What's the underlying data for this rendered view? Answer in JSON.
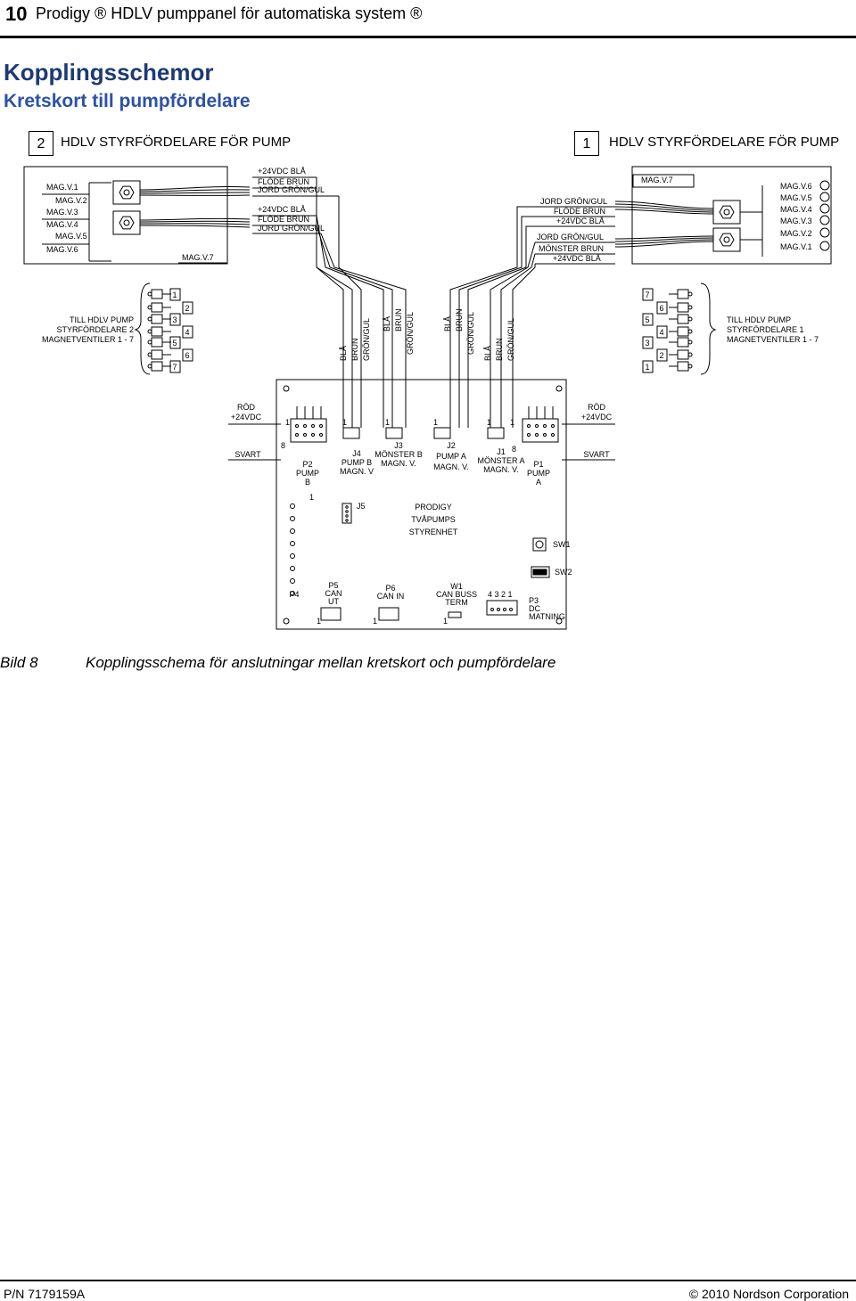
{
  "header": {
    "page_number": "10",
    "title": "Prodigy ® HDLV pumppanel för automatiska system ®"
  },
  "heading": "Kopplingsschemor",
  "subheading": "Kretskort till pumpfördelare",
  "left_box": {
    "number": "2",
    "label": "HDLV STYRFÖRDELARE FÖR PUMP"
  },
  "right_box": {
    "number": "1",
    "label": "HDLV STYRFÖRDELARE FÖR PUMP"
  },
  "diagram": {
    "left_mag_labels": [
      "MAG.V.1",
      "MAG.V.2",
      "MAG.V.3",
      "MAG.V.4",
      "MAG.V.5",
      "MAG.V.6"
    ],
    "left_mag7": "MAG.V.7",
    "right_mag7": "MAG.V.7",
    "right_mag_labels": [
      "MAG.V.6",
      "MAG.V.5",
      "MAG.V.4",
      "MAG.V.3",
      "MAG.V.2",
      "MAG.V.1"
    ],
    "left_wires": [
      "+24VDC BLÅ",
      "FLÖDE BRUN",
      "JORD GRÖN/GUL",
      "+24VDC BLÅ",
      "FLÖDE BRUN",
      "JORD GRÖN/GUL"
    ],
    "right_wires": [
      "JORD GRÖN/GUL",
      "FLÖDE BRUN",
      "+24VDC BLÅ",
      "JORD GRÖN/GUL",
      "MÖNSTER BRUN",
      "+24VDC BLÅ"
    ],
    "left_dist_label": [
      "TILL HDLV PUMP",
      "STYRFÖRDELARE 2",
      "MAGNETVENTILER 1 - 7"
    ],
    "right_dist_label": [
      "TILL HDLV PUMP",
      "STYRFÖRDELARE 1",
      "MAGNETVENTILER 1 - 7"
    ],
    "conn_left_numbers": [
      "1",
      "2",
      "3",
      "4",
      "5",
      "6",
      "7"
    ],
    "conn_right_numbers": [
      "7",
      "6",
      "5",
      "4",
      "3",
      "2",
      "1"
    ],
    "vertical_wires": [
      "BLÅ",
      "BRUN",
      "GRÖN/GUL",
      "BLÅ",
      "BRUN",
      "GRÖN/GUL",
      "BLÅ",
      "BRUN",
      "GRÖN/GUL",
      "BLÅ",
      "BRUN",
      "GRÖN/GUL"
    ],
    "board": {
      "rod_left": "RÖD",
      "vdc_left": "+24VDC",
      "svart_left": "SVART",
      "rod_right": "RÖD",
      "vdc_right": "+24VDC",
      "svart_right": "SVART",
      "one": "1",
      "eight": "8",
      "p2": [
        "P2",
        "PUMP",
        "B"
      ],
      "j4": [
        "J4",
        "PUMP B",
        "MAGN. V"
      ],
      "j3": [
        "J3",
        "MÖNSTER B",
        "MAGN. V."
      ],
      "j2": [
        "J2",
        "PUMP A",
        "MAGN. V."
      ],
      "j1": [
        "J1",
        "MÖNSTER A",
        "MAGN. V."
      ],
      "p1": [
        "P1",
        "PUMP",
        "A"
      ],
      "j5": "J5",
      "controller": [
        "PRODIGY",
        "TVÅPUMPS",
        "STYRENHET"
      ],
      "sw1": "SW1",
      "sw2": "SW2",
      "p4": "P4",
      "p5": [
        "P5",
        "CAN",
        "UT"
      ],
      "p6": [
        "P6",
        "CAN IN"
      ],
      "w1": [
        "W1",
        "CAN BUSS",
        "TERM"
      ],
      "p3_pins": "4 3 2 1",
      "p3": [
        "P3",
        "DC",
        "MATNING"
      ]
    }
  },
  "caption": {
    "label": "Bild 8",
    "text": "Kopplingsschema för anslutningar mellan kretskort och pumpfördelare"
  },
  "footer": {
    "left": "P/N 7179159A",
    "right": "© 2010 Nordson Corporation"
  }
}
